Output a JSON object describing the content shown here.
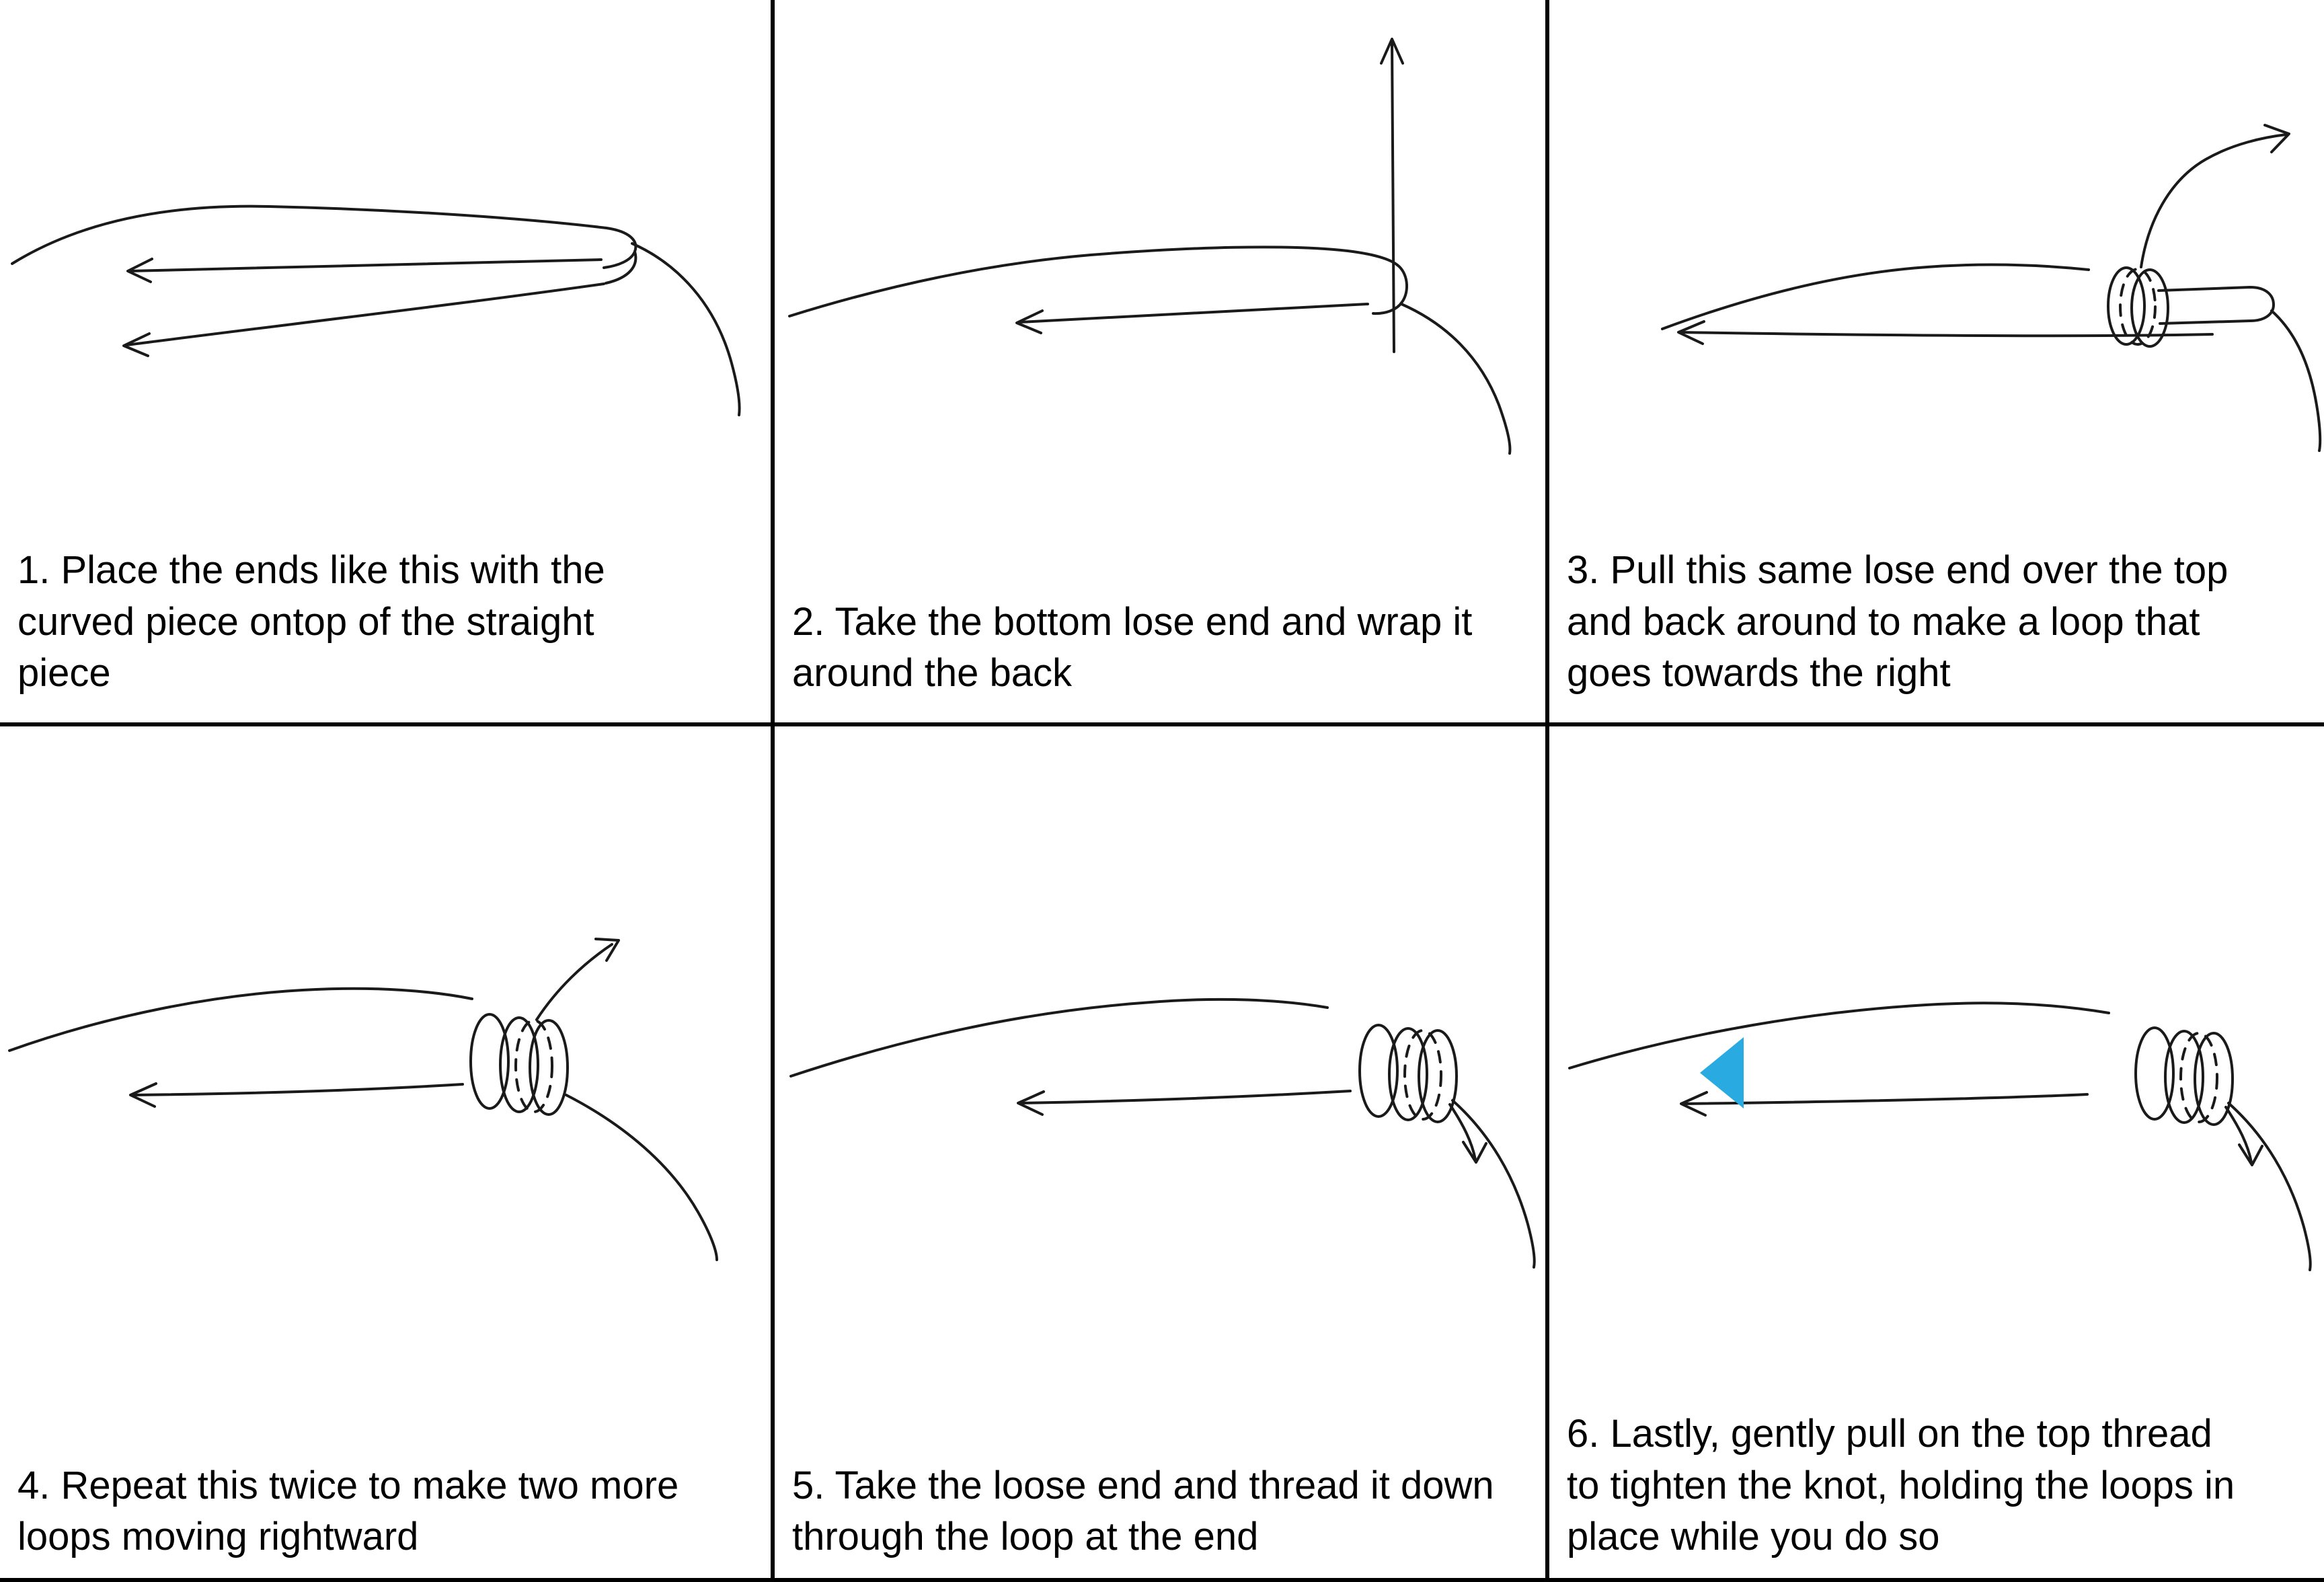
{
  "document": {
    "kind": "hand-drawn knot-tying instruction sheet",
    "grid": "2 rows x 3 columns"
  },
  "colors": {
    "ink": "#1a1a1a",
    "paper": "#ffffff",
    "divider": "#000000",
    "highlight_arrow": "#29abe2"
  },
  "panels": [
    {
      "step": 1,
      "caption": "1. Place the ends like this with the\ncurved piece ontop of the straight\npiece",
      "sketch": "two-thread-ends-overlaid-with-left-arrows"
    },
    {
      "step": 2,
      "caption": "2. Take the bottom lose end and wrap it\naround the back",
      "sketch": "loose-end-wrapped-behind-with-up-arrow"
    },
    {
      "step": 3,
      "caption": "3. Pull this same lose end over the top\nand back around to make a loop that\ngoes towards the right",
      "sketch": "single-loop-coil-with-up-right-arrow"
    },
    {
      "step": 4,
      "caption": "4. Repeat this twice to make two more\nloops moving rightward",
      "sketch": "three-loop-coil-with-up-right-arrow"
    },
    {
      "step": 5,
      "caption": "5. Take the loose end and thread it down\nthrough the loop at the end",
      "sketch": "three-loop-coil-thread-down-arrow"
    },
    {
      "step": 6,
      "caption": "6. Lastly, gently pull on the top thread\nto tighten the knot, holding the loops in\nplace while you do so",
      "sketch": "three-loop-coil-with-blue-pull-arrow"
    }
  ]
}
